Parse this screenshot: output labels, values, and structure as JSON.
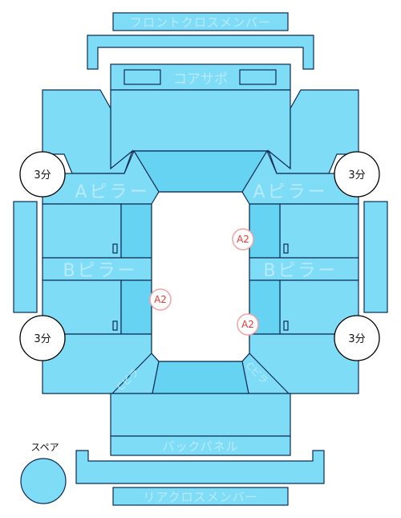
{
  "labels": {
    "front_cross_member": "フロントクロスメンバー",
    "core_support": "コアサポ",
    "a_pillar_left": "Aピラー",
    "a_pillar_right": "Aピラー",
    "b_pillar_left": "Bピラー",
    "b_pillar_right": "Bピラー",
    "c_pillar_left": "Cピラ",
    "c_pillar_right": "Cピラ",
    "back_panel": "バックパネル",
    "rear_cross_member": "リアクロスメンバー",
    "spare": "スペア"
  },
  "markers": {
    "front_left": "3分",
    "front_right": "3分",
    "rear_left": "3分",
    "rear_right": "3分"
  },
  "damage": {
    "right_upper": "A2",
    "left_middle": "A2",
    "right_lower": "A2"
  },
  "colors": {
    "panel": "#7fdcf7",
    "panel_dark": "#66d3f3",
    "outline": "#0d2c54",
    "ghost_text": "#b7ebfa",
    "damage_text": "#e53935",
    "damage_ring": "#f4a3a3"
  }
}
